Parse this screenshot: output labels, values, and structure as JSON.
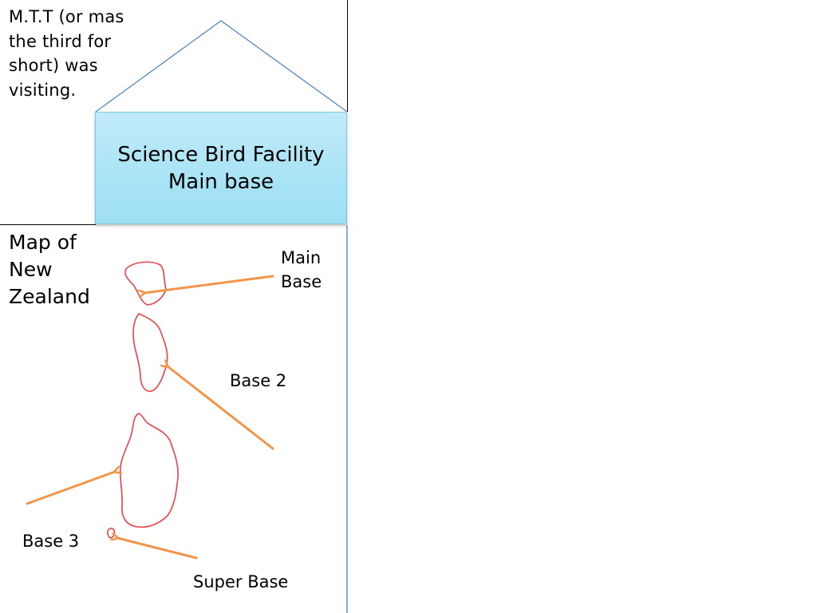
{
  "note_text": "M.T.T (or mas\nthe third for\nshort) was\nvisiting.",
  "facility": {
    "title": "Science Bird Facility\nMain base"
  },
  "map": {
    "title": "Map of New Zealand",
    "labels": {
      "main_base": "Main\nBase",
      "base_2": "Base 2",
      "base_3": "Base 3",
      "super_base": "Super Base"
    }
  },
  "colors": {
    "island_outline": "#e8424a",
    "arrow": "#f0964b",
    "box_fill": "#a8e3f6",
    "roof_line": "#4a7fc1"
  }
}
